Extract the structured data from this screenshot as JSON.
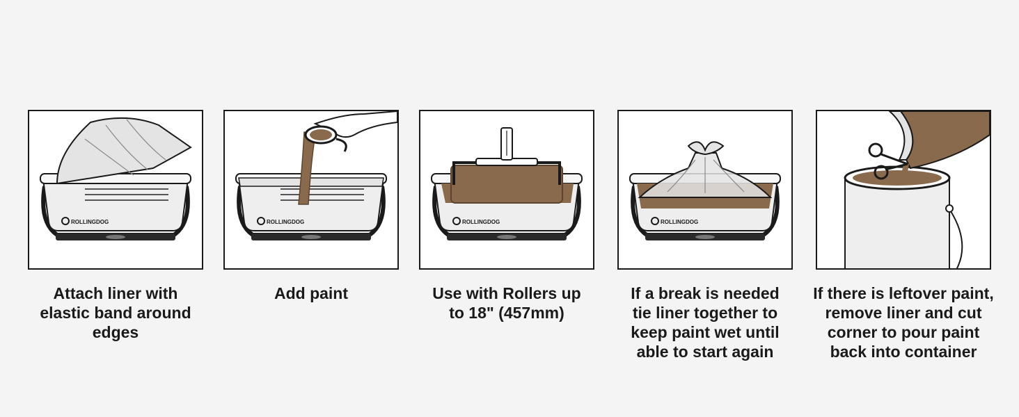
{
  "brand": {
    "logo_text": "ROLLINGDOG"
  },
  "colors": {
    "paint": "#8a6a4c",
    "paint_dark": "#5e4530",
    "outline": "#1a1a1a",
    "tray": "#eeeeee",
    "liner": "#e4e4e4"
  },
  "steps": [
    {
      "icon": "tray-liner-icon",
      "caption": [
        "Attach liner with",
        "elastic band around",
        "edges"
      ]
    },
    {
      "icon": "pour-paint-icon",
      "caption": [
        "Add paint"
      ]
    },
    {
      "icon": "roller-frame-icon",
      "caption": [
        "Use with Rollers up",
        "to 18\" (457mm)"
      ]
    },
    {
      "icon": "tied-liner-icon",
      "caption": [
        "If a break is needed",
        "tie liner together to",
        "keep paint wet until",
        "able to start again"
      ]
    },
    {
      "icon": "paint-can-scissors-icon",
      "caption": [
        "If there is leftover paint,",
        "remove liner and cut",
        "corner to pour paint",
        "back into container"
      ]
    }
  ]
}
